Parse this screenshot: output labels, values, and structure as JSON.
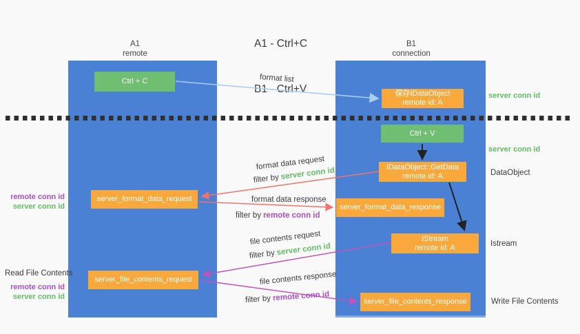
{
  "title": {
    "line1": "A1 - Ctrl+C",
    "line2": "B1 - Ctrl+V"
  },
  "columns": {
    "left": {
      "id": "A1",
      "name": "remote"
    },
    "right": {
      "id": "B1",
      "name": "connection"
    }
  },
  "nodes": {
    "ctrl_c": {
      "label": "Ctrl + C"
    },
    "save_dataobject": {
      "line1": "保存IDataObject",
      "line2": "remote id: A"
    },
    "ctrl_v": {
      "label": "Ctrl + V"
    },
    "getdata": {
      "line1": "IDataObject::GetData",
      "line2": "remote id: A"
    },
    "format_request": {
      "label": "server_format_data_request"
    },
    "format_response": {
      "label": "server_format_data_response"
    },
    "istream": {
      "line1": "IStream",
      "line2": "remote id: A"
    },
    "file_request": {
      "label": "server_file_contents_request"
    },
    "file_response": {
      "label": "server_file_contents_response"
    }
  },
  "flow_labels": {
    "format_list": "format list",
    "format_data_request": "format data request",
    "format_data_response": "format data response",
    "file_contents_request": "file contents request",
    "file_contents_response": "file contents response",
    "filter_by": "filter by",
    "server_conn_id": "server conn id",
    "remote_conn_id": "remote conn id"
  },
  "right_labels": {
    "server_conn_id_1": "server conn id",
    "server_conn_id_2": "server conn id",
    "dataobject": "DataObject",
    "istream": "Istream",
    "write_file_contents": "Write File Contents"
  },
  "left_labels": {
    "remote_conn_id_1": "remote conn id",
    "server_conn_id_1": "server conn id",
    "read_file_contents": "Read File Contents",
    "remote_conn_id_2": "remote conn id",
    "server_conn_id_2": "server conn id"
  },
  "colors": {
    "column_blue": "#4a81d5",
    "green_box": "#6fbe71",
    "orange_box": "#f9a83b",
    "green_text": "#62bd66",
    "purple_text": "#ab4fc4",
    "red_arrow": "#f4726a",
    "magenta_arrow": "#c153bd",
    "light_blue_arrow": "#a9cdf0",
    "black_arrow": "#222222",
    "dotted_line": "#2f2f2f"
  }
}
